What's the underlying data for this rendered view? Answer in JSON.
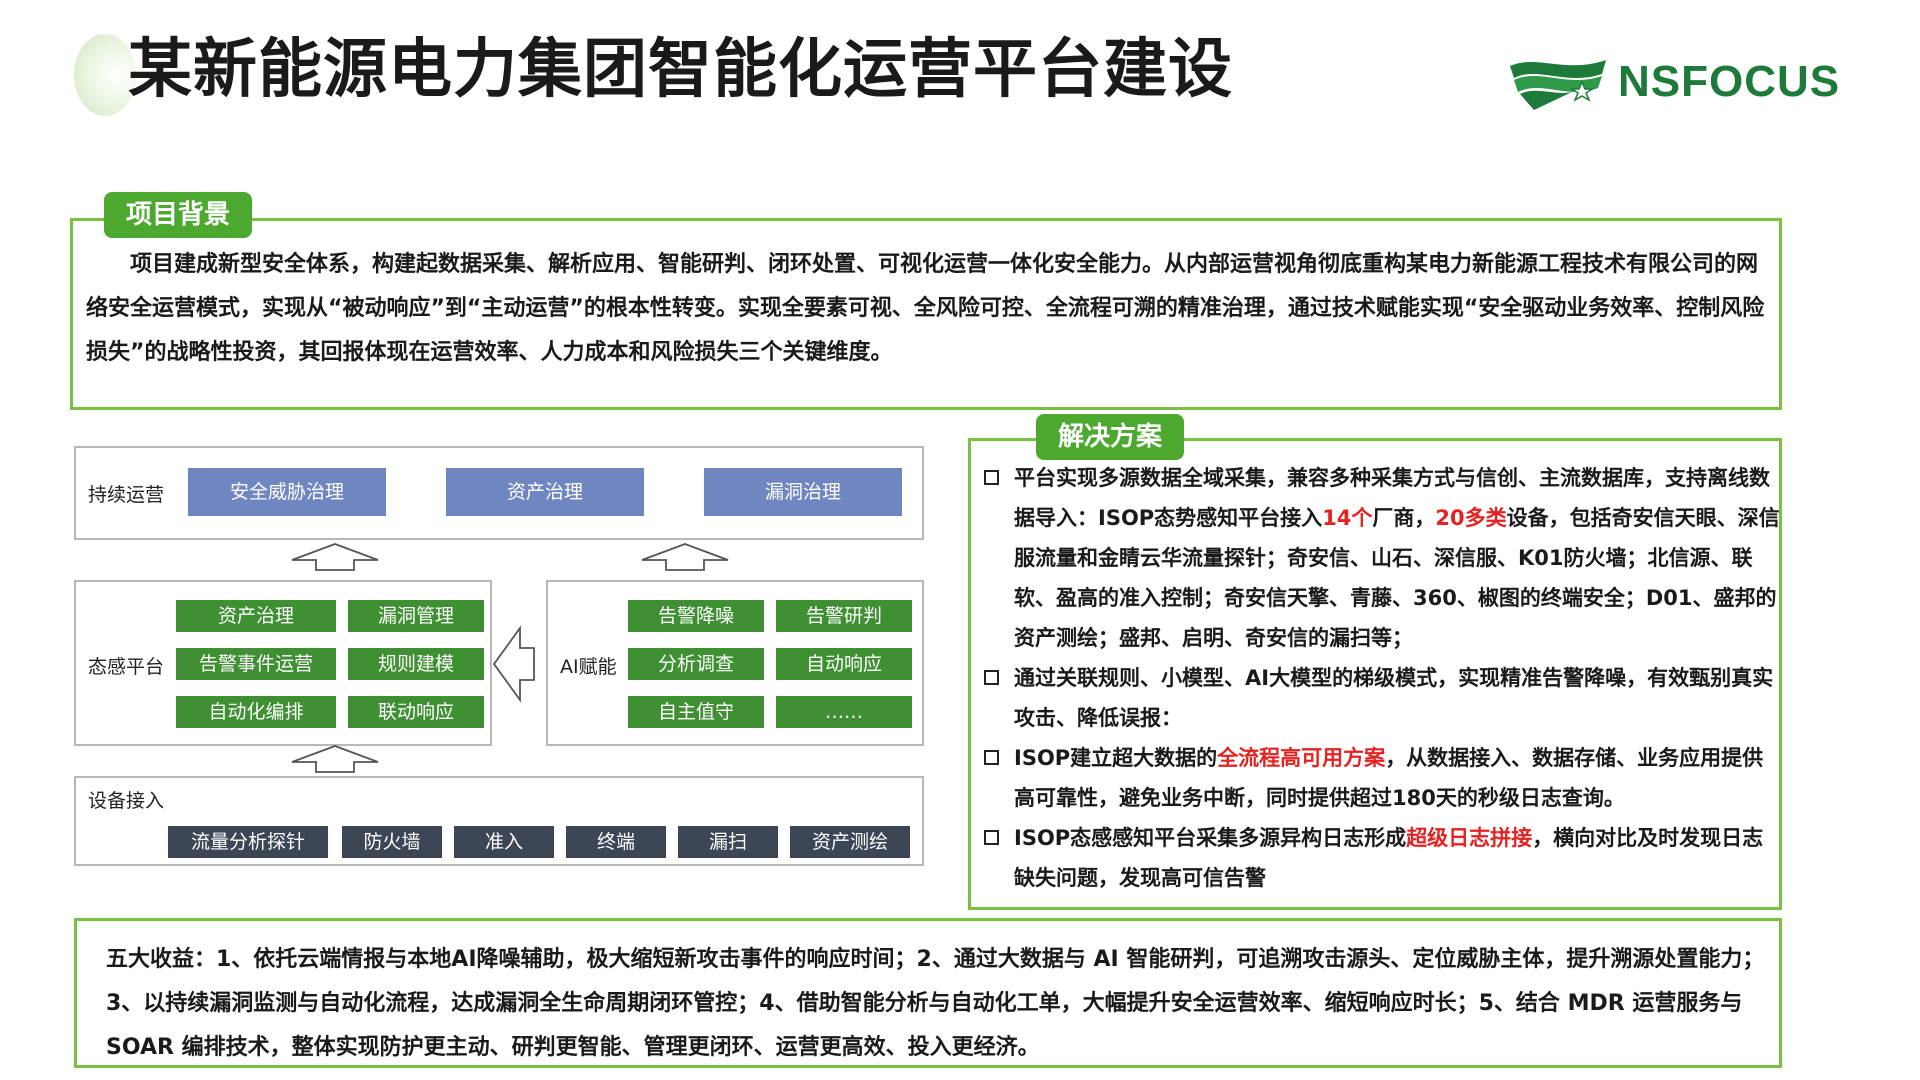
{
  "header": {
    "title": "某新能源电力集团智能化运营平台建设",
    "logo_text": "NSFOCUS"
  },
  "background": {
    "tag": "项目背景",
    "text": "项目建成新型安全体系，构建起数据采集、解析应用、智能研判、闭环处置、可视化运营一体化安全能力。从内部运营视角彻底重构某电力新能源工程技术有限公司的网络安全运营模式，实现从“被动响应”到“主动运营”的根本性转变。实现全要素可视、全风险可控、全流程可溯的精准治理，通过技术赋能实现“安全驱动业务效率、控制风险损失”的战略性投资，其回报体现在运营效率、人力成本和风险损失三个关键维度。"
  },
  "diagram": {
    "ops_label": "持续运营",
    "ops_items": [
      "安全威胁治理",
      "资产治理",
      "漏洞治理"
    ],
    "sense_label": "态感平台",
    "sense_items": [
      "资产治理",
      "漏洞管理",
      "告警事件运营",
      "规则建模",
      "自动化编排",
      "联动响应"
    ],
    "ai_label": "AI赋能",
    "ai_items": [
      "告警降噪",
      "告警研判",
      "分析调查",
      "自动响应",
      "自主值守",
      "……"
    ],
    "device_label": "设备接入",
    "device_items": [
      "流量分析探针",
      "防火墙",
      "准入",
      "终端",
      "漏扫",
      "资产测绘"
    ]
  },
  "solution": {
    "tag": "解决方案",
    "items": [
      {
        "parts": [
          {
            "t": "平台实现多源数据全域采集，兼容多种采集方式与信创、主流数据库，支持离线数据导入：ISOP态势感知平台接入"
          },
          {
            "t": "14个",
            "red": true
          },
          {
            "t": "厂商，"
          },
          {
            "t": "20多类",
            "red": true
          },
          {
            "t": "设备，包括奇安信天眼、深信服流量和金睛云华流量探针；奇安信、山石、深信服、K01防火墙；北信源、联软、盈高的准入控制；奇安信天擎、青藤、360、椒图的终端安全；D01、盛邦的资产测绘；盛邦、启明、奇安信的漏扫等；"
          }
        ]
      },
      {
        "parts": [
          {
            "t": "通过关联规则、小模型、AI大模型的梯级模式，实现精准告警降噪，有效甄别真实攻击、降低误报："
          }
        ]
      },
      {
        "parts": [
          {
            "t": "ISOP建立超大数据的"
          },
          {
            "t": "全流程高可用方案",
            "red": true
          },
          {
            "t": "，从数据接入、数据存储、业务应用提供高可靠性，避免业务中断，同时提供超过180天的秒级日志查询。"
          }
        ]
      },
      {
        "parts": [
          {
            "t": "ISOP态感感知平台采集多源异构日志形成"
          },
          {
            "t": "超级日志拼接",
            "red": true
          },
          {
            "t": "，横向对比及时发现日志缺失问题，发现高可信告警"
          }
        ]
      }
    ]
  },
  "benefits": {
    "text": "五大收益：1、依托云端情报与本地AI降噪辅助，极大缩短新攻击事件的响应时间；2、通过大数据与 AI 智能研判，可追溯攻击源头、定位威胁主体，提升溯源处置能力；3、以持续漏洞监测与自动化流程，达成漏洞全生命周期闭环管控；4、借助智能分析与自动化工单，大幅提升安全运营效率、缩短响应时长；5、结合 MDR 运营服务与 SOAR 编排技术，整体实现防护更主动、研判更智能、管理更闭环、运营更高效、投入更经济。"
  },
  "colors": {
    "accent_green": "#7ac143",
    "tag_green": "#4ca82f",
    "btn_green": "#3f8f33",
    "btn_blue": "#6f86c0",
    "btn_dark": "#3c4654",
    "highlight_red": "#e52222"
  }
}
